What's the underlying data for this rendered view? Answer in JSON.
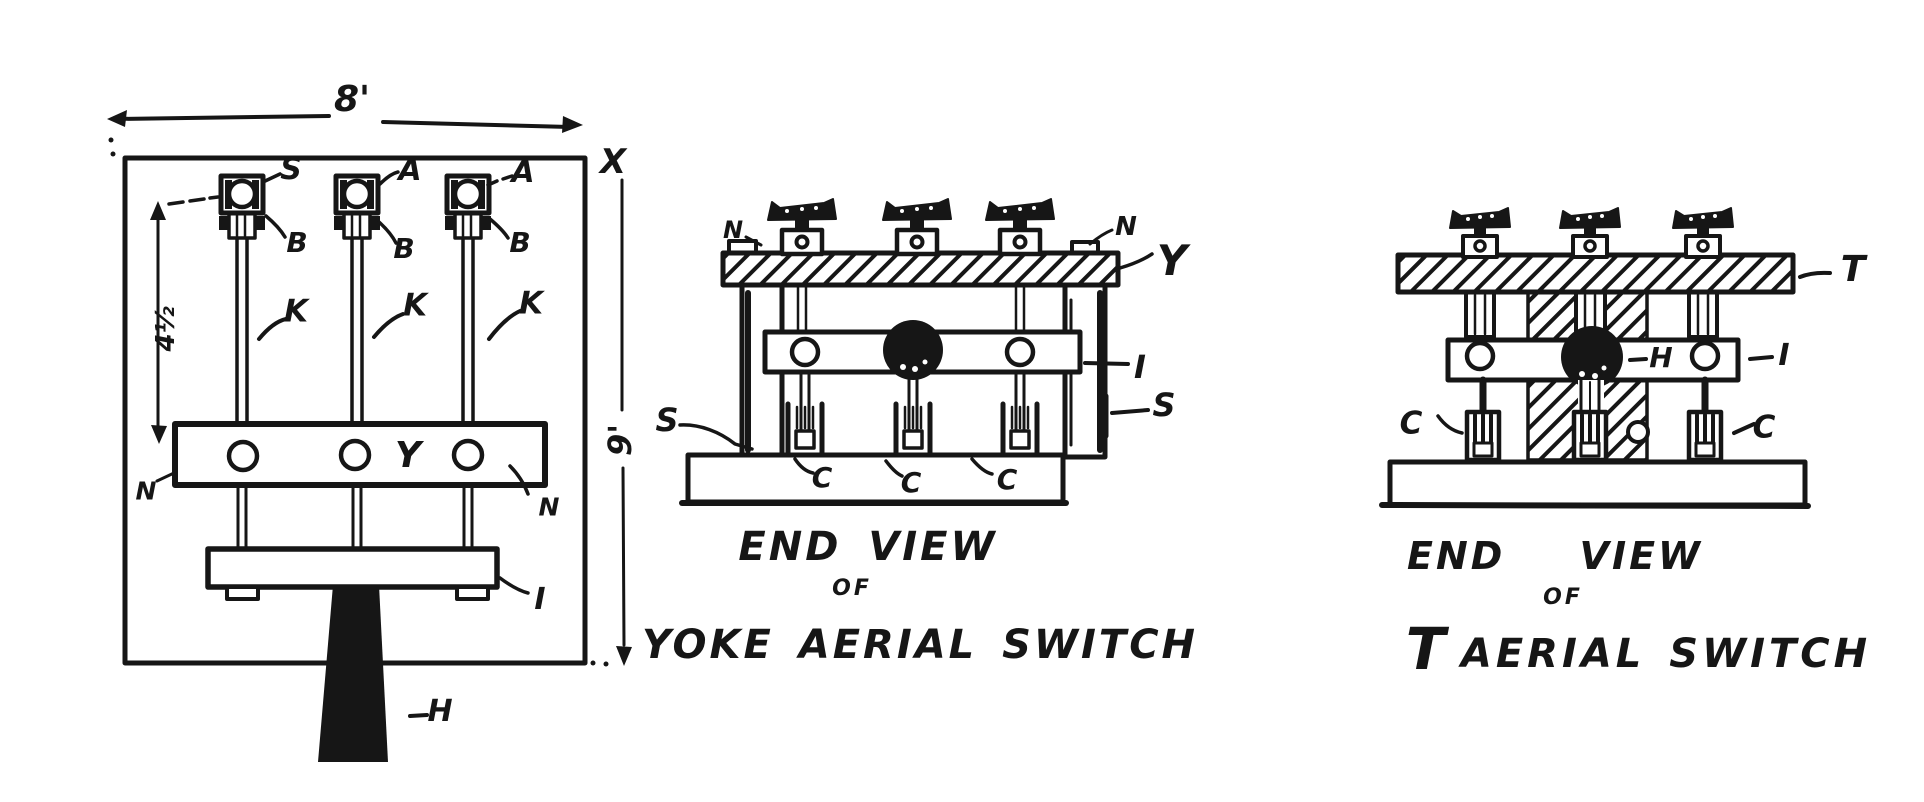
{
  "colors": {
    "ink": "#161616",
    "paper": "#ffffff"
  },
  "front_view": {
    "width_dim": "8'",
    "height_dim": "9'",
    "post_height_dim": "4½",
    "corner_mark": "X",
    "switch_labels": {
      "s": "S",
      "a2": "A",
      "a3": "A"
    },
    "bearing_labels": [
      "B",
      "B",
      "B"
    ],
    "rod_labels": [
      "K",
      "K",
      "K"
    ],
    "nut_labels": {
      "left": "N",
      "right": "N"
    },
    "yoke_label": "Y",
    "insulator_label": "I",
    "handle_label": "H"
  },
  "yoke_end_view": {
    "caption": {
      "line1": "END VIEW",
      "line2": "OF",
      "line3": "YOKE AERIAL SWITCH"
    },
    "nut_labels": {
      "left": "N",
      "right": "N"
    },
    "yoke_label": "Y",
    "insulator_label": "I",
    "support_labels": {
      "left": "S",
      "right": "S"
    },
    "clip_labels": [
      "C",
      "C",
      "C"
    ]
  },
  "t_end_view": {
    "caption": {
      "line1": "END VIEW",
      "line2": "OF",
      "line3_initial": "T",
      "line3_rest": "AERIAL SWITCH"
    },
    "top_label": "T",
    "handle_label": "H",
    "insulator_label": "I",
    "clip_labels": {
      "left": "C",
      "right": "C"
    }
  }
}
